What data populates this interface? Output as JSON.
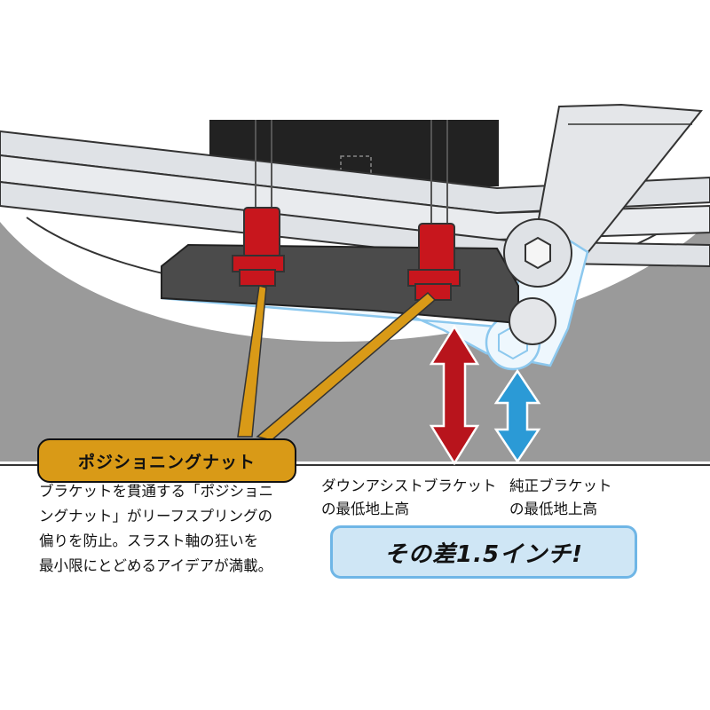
{
  "labels": {
    "nut_title": "ポジショニングナット",
    "nut_description": [
      "ブラケットを貫通する「ポジショニ",
      "ングナット」がリーフスプリングの",
      "偏りを防止。スラスト軸の狂いを",
      "最小限にとどめるアイデアが満載。"
    ],
    "down_assist_caption": [
      "ダウンアシストブラケット",
      "の最低地上高"
    ],
    "stock_caption": [
      "純正ブラケット",
      "の最低地上高"
    ],
    "difference": "その差1.5インチ!"
  },
  "colors": {
    "nut_red": "#c8161d",
    "label_gold": "#d99a17",
    "arrow_red": "#b8141c",
    "arrow_blue": "#2b9ad6",
    "bracket_dark": "#4b4b4b",
    "leaf_spring_light": "#dfe2e6",
    "stock_bracket_outline": "#8cc8ee",
    "tire_gray": "#9a9a9a",
    "difference_box_fill": "#cfe6f5"
  }
}
